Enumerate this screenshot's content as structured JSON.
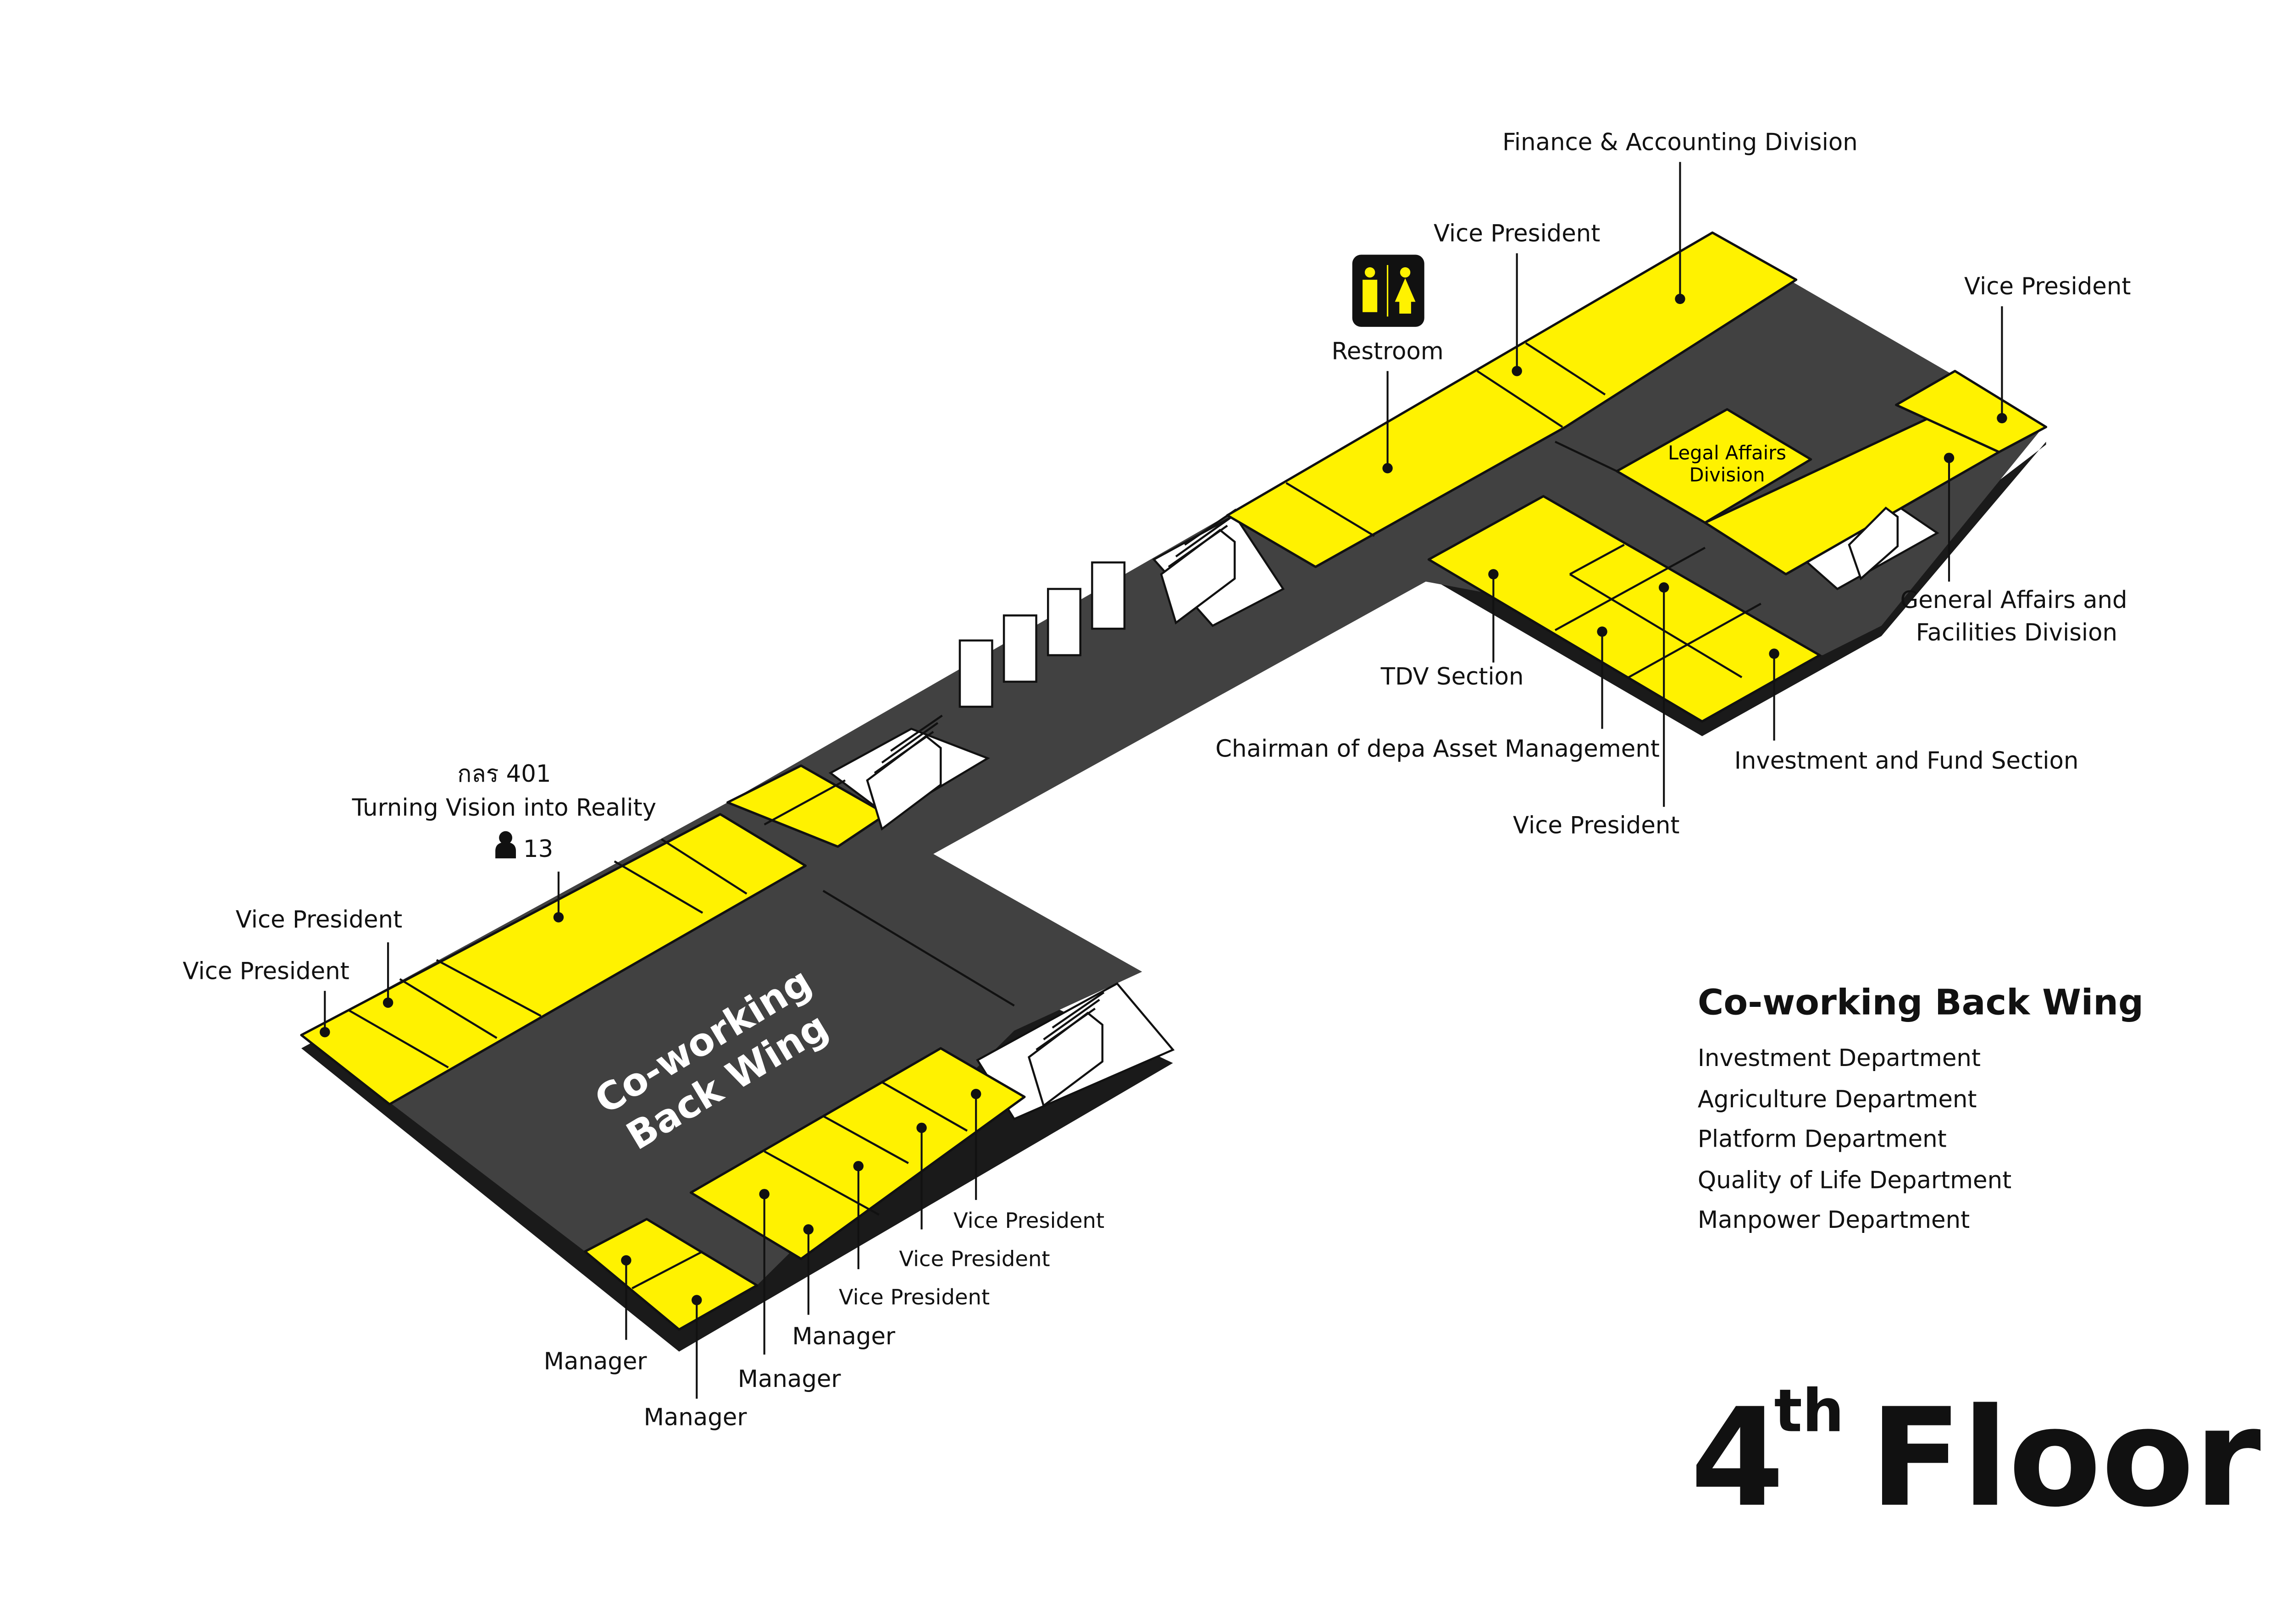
{
  "colors": {
    "room": "#FFF200",
    "floor": "#414141",
    "ink": "#111111",
    "background": "#FFFFFF"
  },
  "floor_title": {
    "number": "4",
    "suffix": "th",
    "word": "Floor"
  },
  "floor_zone_label": {
    "line1": "Co-working",
    "line2": "Back Wing"
  },
  "legend": {
    "title": "Co-working Back Wing",
    "items": [
      "Investment Department",
      "Agriculture Department",
      "Platform Department",
      "Quality of Life Department",
      "Manpower Department"
    ]
  },
  "room_401": {
    "code": "กลร 401",
    "name": "Turning Vision into Reality",
    "capacity_icon": "person-icon",
    "capacity": "13"
  },
  "legal": {
    "line1": "Legal Affairs",
    "line2": "Division"
  },
  "restroom": {
    "label": "Restroom",
    "icon": "restroom-icon"
  },
  "labels": {
    "finance": "Finance & Accounting Division",
    "vp_top": "Vice President",
    "vp_right": "Vice President",
    "general_1": "General Affairs and",
    "general_2": "Facilities Division",
    "tdv": "TDV Section",
    "chairman": "Chairman of depa Asset Management",
    "investment_fund": "Investment and Fund Section",
    "vp_bottom_right": "Vice President",
    "vp_left_1": "Vice President",
    "vp_left_2": "Vice President",
    "vp_low_1": "Vice President",
    "vp_low_2": "Vice President",
    "vp_low_3": "Vice President",
    "manager_1": "Manager",
    "manager_2": "Manager",
    "manager_3": "Manager",
    "manager_4": "Manager"
  }
}
